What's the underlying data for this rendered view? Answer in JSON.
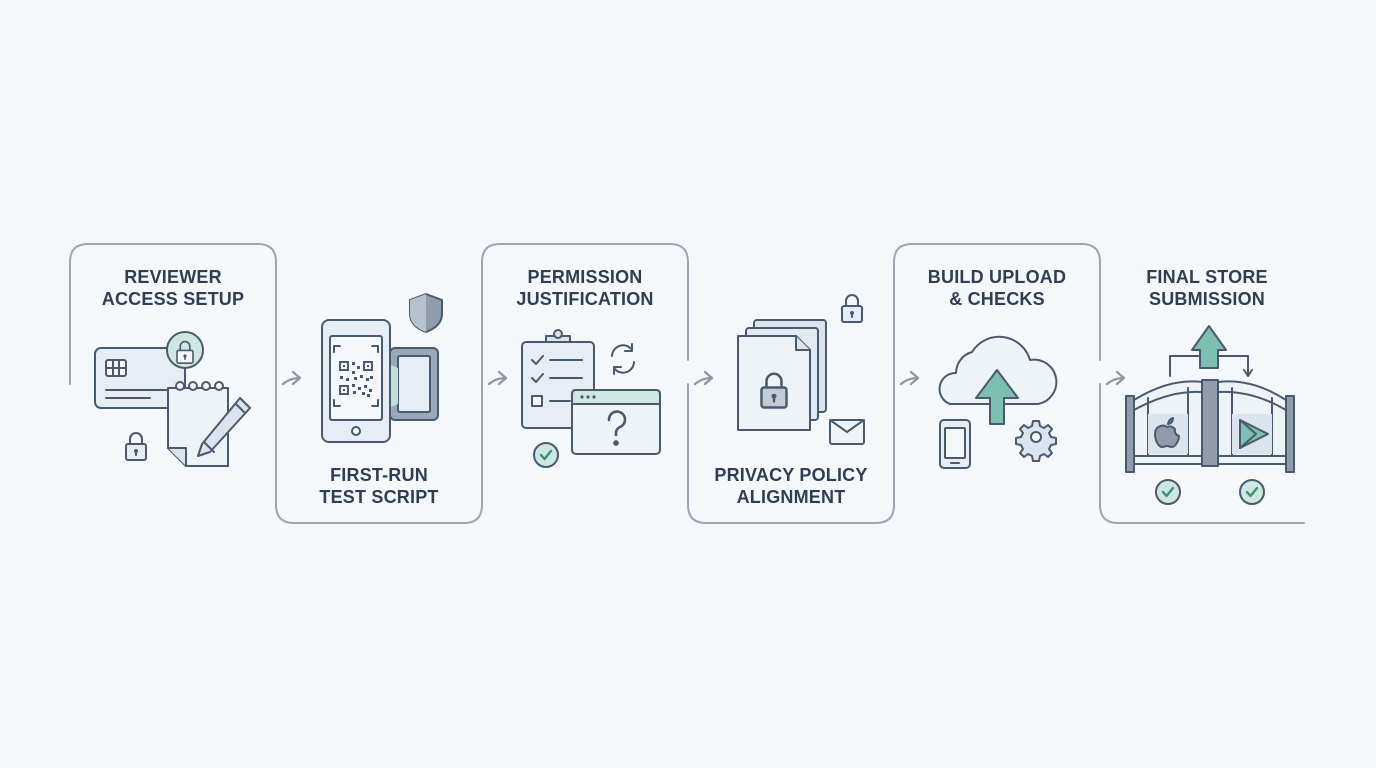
{
  "colors": {
    "background": "#f4f8fb",
    "outline": "#4a5a6e",
    "fill": "#e6edf4",
    "accent": "#5fa89a",
    "accent_fill": "#7dbfb0",
    "connector": "#9aa6b2",
    "text": "#2f3e52"
  },
  "steps": [
    {
      "title_lines": [
        "REVIEWER",
        "ACCESS SETUP"
      ],
      "icons": [
        "credit-card-icon",
        "padlock-icon",
        "notepad-icon",
        "pen-icon"
      ]
    },
    {
      "title_lines": [
        "FIRST-RUN",
        "TEST SCRIPT"
      ],
      "icons": [
        "smartphone-icon",
        "qr-code-icon",
        "shield-icon"
      ]
    },
    {
      "title_lines": [
        "PERMISSION",
        "JUSTIFICATION"
      ],
      "icons": [
        "clipboard-checklist-icon",
        "refresh-icon",
        "browser-window-icon",
        "question-mark-icon",
        "check-circle-icon"
      ]
    },
    {
      "title_lines": [
        "PRIVACY POLICY",
        "ALIGNMENT"
      ],
      "icons": [
        "document-stack-icon",
        "padlock-icon",
        "envelope-icon"
      ]
    },
    {
      "title_lines": [
        "BUILD UPLOAD",
        "& CHECKS"
      ],
      "icons": [
        "cloud-upload-icon",
        "smartphone-icon",
        "gear-icon"
      ]
    },
    {
      "title_lines": [
        "FINAL STORE",
        "SUBMISSION"
      ],
      "icons": [
        "gate-icon",
        "apple-logo-icon",
        "play-store-icon",
        "check-circle-icon"
      ]
    }
  ]
}
